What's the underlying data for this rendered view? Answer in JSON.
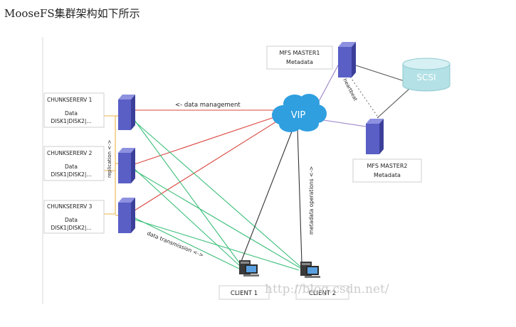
{
  "page": {
    "title": "MooseFS集群架构如下所示"
  },
  "diagram": {
    "chunkservers": [
      {
        "name": "CHUNKSERERV 1",
        "line1": "Data",
        "line2": "DISK1|DISK2|..."
      },
      {
        "name": "CHUNKSERERV 2",
        "line1": "Data",
        "line2": "DISK1|DISK2|..."
      },
      {
        "name": "CHUNKSERERV 3",
        "line1": "Data",
        "line2": "DISK1|DISK2|..."
      }
    ],
    "masters": [
      {
        "name": "MFS  MASTER1",
        "sub": "Metadata"
      },
      {
        "name": "MFS  MASTER2",
        "sub": "Metadata"
      }
    ],
    "clients": [
      "CLIENT 1",
      "CLIENT 2"
    ],
    "vip_label": "VIP",
    "storage_label": "SCSI",
    "labels": {
      "data_management": "<- data management",
      "replication": "replication <->",
      "data_transmission": "data transmission <->",
      "metadata_operations": "metadata  operations <->",
      "heartbeat": "heartbeat"
    },
    "watermark": "http://blog.csdn.net/",
    "colors": {
      "server": "#5a5fc6",
      "server_dark": "#3b3f99",
      "server_light": "#8d91e0",
      "vip_cloud": "#2f9fe0",
      "scsi": "#b3e1e6",
      "data_management_line": "#d9473f",
      "data_transmission_line": "#3dbf7a",
      "replication_line": "#e9b44a",
      "client_line": "#333333",
      "master_line": "#9b84c9"
    }
  }
}
